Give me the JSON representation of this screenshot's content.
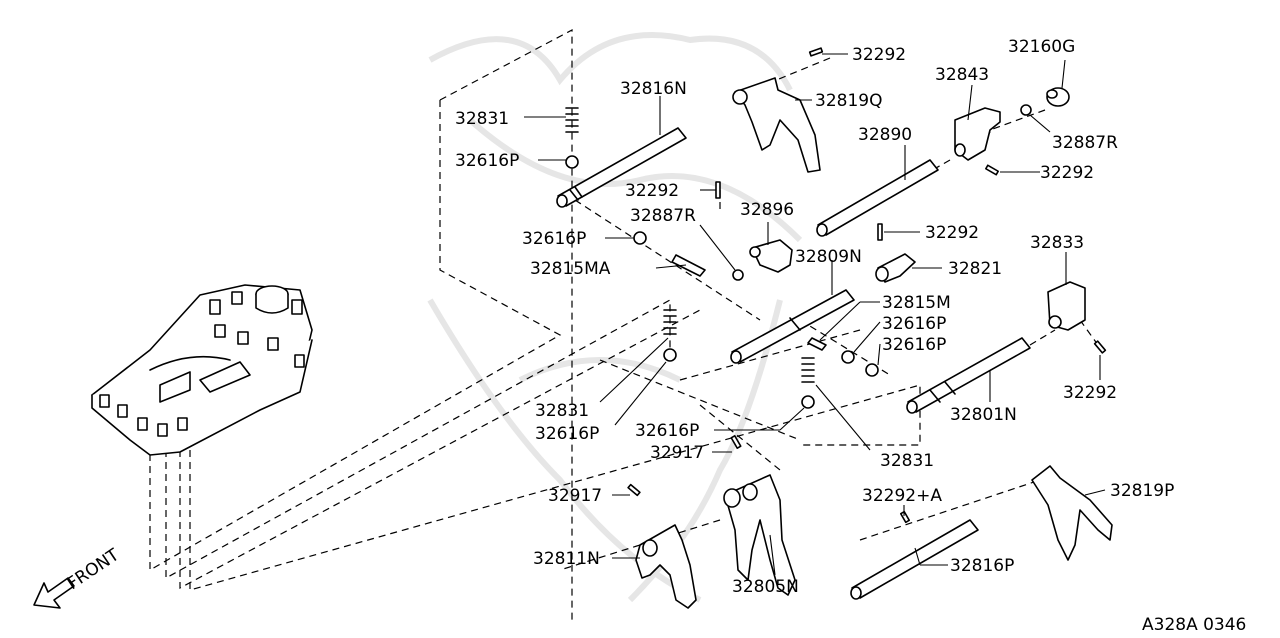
{
  "diagram_code": "A328A 0346",
  "front_label": "FRONT",
  "callouts": [
    {
      "id": "c1",
      "text": "32292"
    },
    {
      "id": "c2",
      "text": "32160G"
    },
    {
      "id": "c3",
      "text": "32843"
    },
    {
      "id": "c4",
      "text": "32816N"
    },
    {
      "id": "c5",
      "text": "32819Q"
    },
    {
      "id": "c6",
      "text": "32831"
    },
    {
      "id": "c7",
      "text": "32887R"
    },
    {
      "id": "c8",
      "text": "32890"
    },
    {
      "id": "c9",
      "text": "32616P"
    },
    {
      "id": "c10",
      "text": "32292"
    },
    {
      "id": "c11",
      "text": "32292"
    },
    {
      "id": "c12",
      "text": "32887R"
    },
    {
      "id": "c13",
      "text": "32896"
    },
    {
      "id": "c14",
      "text": "32292"
    },
    {
      "id": "c15",
      "text": "32616P"
    },
    {
      "id": "c16",
      "text": "32833"
    },
    {
      "id": "c17",
      "text": "32815MA"
    },
    {
      "id": "c18",
      "text": "32809N"
    },
    {
      "id": "c19",
      "text": "32821"
    },
    {
      "id": "c20",
      "text": "32815M"
    },
    {
      "id": "c21",
      "text": "32616P"
    },
    {
      "id": "c22",
      "text": "32616P"
    },
    {
      "id": "c23",
      "text": "32292"
    },
    {
      "id": "c24",
      "text": "32831"
    },
    {
      "id": "c25",
      "text": "32801N"
    },
    {
      "id": "c26",
      "text": "32616P"
    },
    {
      "id": "c27",
      "text": "32616P"
    },
    {
      "id": "c28",
      "text": "32831"
    },
    {
      "id": "c29",
      "text": "32917"
    },
    {
      "id": "c30",
      "text": "32917"
    },
    {
      "id": "c31",
      "text": "32292+A"
    },
    {
      "id": "c32",
      "text": "32819P"
    },
    {
      "id": "c33",
      "text": "32811N"
    },
    {
      "id": "c34",
      "text": "32816P"
    },
    {
      "id": "c35",
      "text": "32805N"
    }
  ]
}
